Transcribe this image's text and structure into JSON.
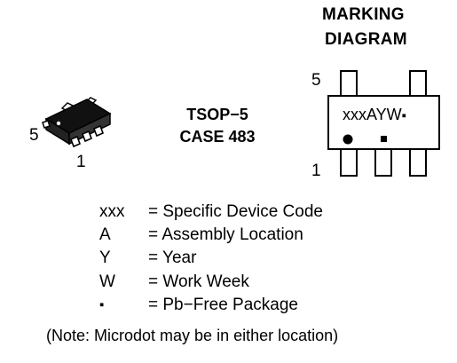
{
  "marking_title": [
    "MARKING",
    "DIAGRAM"
  ],
  "package": {
    "name": "TSOP−5",
    "case": "CASE 483"
  },
  "package_pins": {
    "top": "5",
    "bottom": "1"
  },
  "diagram": {
    "marking_text": "xxxAYW",
    "pin_top": "5",
    "pin_bottom": "1"
  },
  "legend": [
    {
      "key": "xxx",
      "desc": "= Specific Device Code"
    },
    {
      "key": "A",
      "desc": "= Assembly Location"
    },
    {
      "key": "Y",
      "desc": "= Year"
    },
    {
      "key": "W",
      "desc": "= Work Week"
    },
    {
      "key": "▪",
      "desc": "= Pb−Free Package"
    }
  ],
  "note": "(Note: Microdot may be in either location)"
}
